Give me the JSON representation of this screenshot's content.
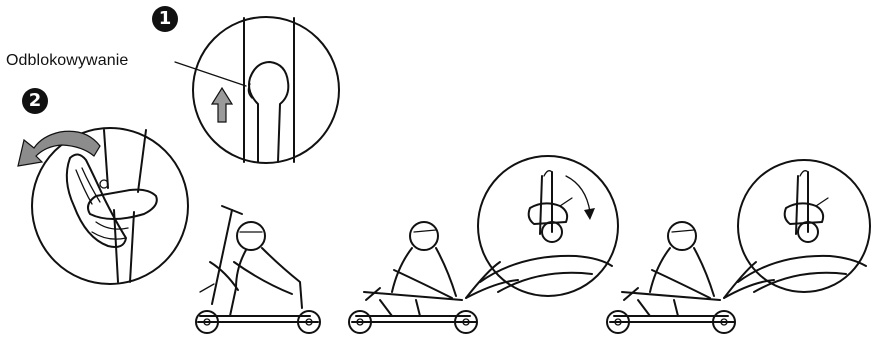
{
  "steps": [
    {
      "number": "1"
    },
    {
      "number": "2"
    }
  ],
  "callouts": {
    "unlock_label": "Odblokowywanie"
  },
  "icons": {
    "up_arrow": "up-arrow-icon",
    "rotate_arrow": "rotate-arrow-icon",
    "curved_arrow": "curved-down-arrow-icon"
  },
  "colors": {
    "ink": "#111111",
    "arrow_fill": "#9a9a9a",
    "rotate_fill": "#8c8c8c",
    "background": "#ffffff"
  }
}
